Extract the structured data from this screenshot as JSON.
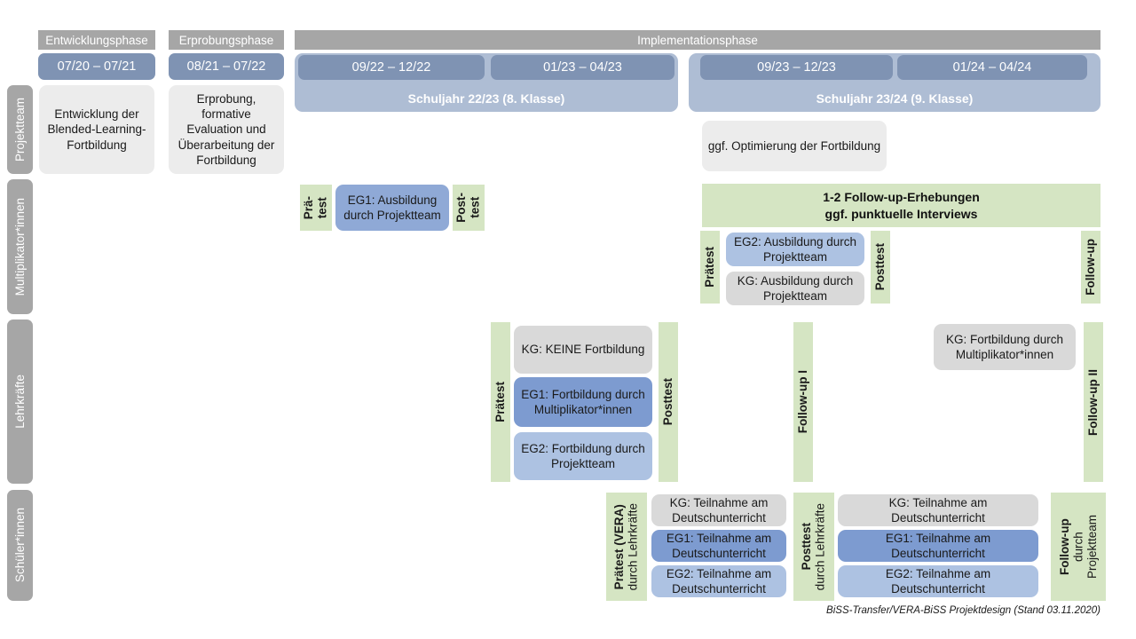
{
  "diagram": {
    "title": "BiSS-Transfer/VERA-BiSS Projektdesign",
    "footer": "BiSS-Transfer/VERA-BiSS Projektdesign (Stand 03.11.2020)"
  },
  "colors": {
    "phase_header_grey": "#a6a6a6",
    "date_blue": "#7f93b3",
    "year_band_blue": "#aebdd4",
    "card_grey_light": "#ececec",
    "card_grey": "#d9d9d9",
    "eg1_blue": "#7d9bd0",
    "eg_blue_mid": "#8fa9d6",
    "eg2_blue_light": "#adc2e2",
    "green": "#d5e5c3"
  },
  "phases": [
    {
      "label": "Entwicklungsphase"
    },
    {
      "label": "Erprobungsphase"
    },
    {
      "label": "Implementationsphase"
    }
  ],
  "periods": [
    {
      "label": "07/20 – 07/21"
    },
    {
      "label": "08/21 – 07/22"
    },
    {
      "label": "09/22 – 12/22"
    },
    {
      "label": "01/23 – 04/23"
    },
    {
      "label": "09/23 – 12/23"
    },
    {
      "label": "01/24 – 04/24"
    }
  ],
  "school_years": [
    {
      "label": "Schuljahr 22/23 (8. Klasse)"
    },
    {
      "label": "Schuljahr 23/24 (9. Klasse)"
    }
  ],
  "row_labels": [
    {
      "label": "Projektteam"
    },
    {
      "label": "Multiplikator*innen"
    },
    {
      "label": "Lehrkräfte"
    },
    {
      "label": "Schüler*innen"
    }
  ],
  "projektteam": {
    "entwicklung": "Entwicklung der Blended-Learning-Fortbildung",
    "erprobung": "Erprobung, formative Evaluation und Überarbeitung der Fortbildung",
    "optimierung": "ggf. Optimierung der Fortbildung"
  },
  "multiplikatoren": {
    "praetest_1": "Prä-\ntest",
    "praetest_1_line1": "Prä-",
    "praetest_1_line2": "test",
    "eg1": "EG1: Ausbildung durch Projektteam",
    "posttest_1_line1": "Post-",
    "posttest_1_line2": "test",
    "followup_banner_line1": "1-2 Follow-up-Erhebungen",
    "followup_banner_line2": "ggf. punktuelle Interviews",
    "praetest_2": "Prätest",
    "eg2": "EG2: Ausbildung durch Projektteam",
    "kg": "KG: Ausbildung durch Projektteam",
    "posttest_2": "Posttest",
    "followup": "Follow-up"
  },
  "lehrkraefte": {
    "praetest": "Prätest",
    "kg": "KG:  KEINE Fortbildung",
    "eg1": "EG1: Fortbildung durch Multiplikator*innen",
    "eg2": "EG2: Fortbildung durch Projektteam",
    "posttest": "Posttest",
    "followup_1": "Follow-up I",
    "kg_2": "KG: Fortbildung durch Multiplikator*innen",
    "followup_2": "Follow-up II"
  },
  "schueler": {
    "praetest_main": "Prätest (VERA)",
    "praetest_sub": "durch Lehrkräfte",
    "kg_1": "KG: Teilnahme am Deutschunterricht",
    "eg1_1": "EG1: Teilnahme am Deutschunterricht",
    "eg2_1": "EG2: Teilnahme am Deutschunterricht",
    "posttest_main": "Posttest",
    "posttest_sub": "durch Lehrkräfte",
    "kg_2": "KG: Teilnahme am Deutschunterricht",
    "eg1_2": "EG1: Teilnahme am Deutschunterricht",
    "eg2_2": "EG2: Teilnahme am Deutschunterricht",
    "followup_main": "Follow-up",
    "followup_sub1": "durch",
    "followup_sub2": "Projektteam"
  }
}
